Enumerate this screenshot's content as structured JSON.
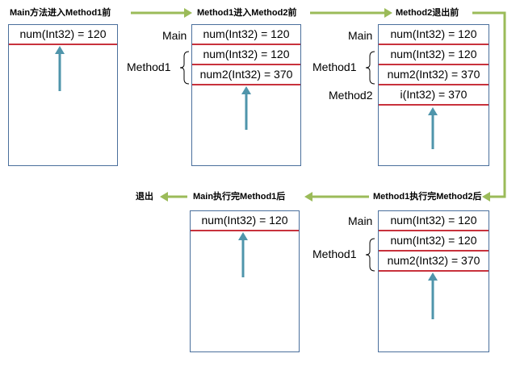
{
  "stages": [
    {
      "title": "Main方法进入Method1前"
    },
    {
      "title": "Method1进入Method2前"
    },
    {
      "title": "Method2退出前"
    },
    {
      "title": "Method1执行完Method2后"
    },
    {
      "title": "Main执行完Method1后"
    },
    {
      "title": "退出"
    }
  ],
  "stacks": {
    "s1": [
      "num(Int32)  = 120"
    ],
    "s2": [
      "num(Int32)  = 120",
      "num(Int32)  = 120",
      "num2(Int32)  = 370"
    ],
    "s3": [
      "num(Int32)  = 120",
      "num(Int32)  = 120",
      "num2(Int32)  = 370",
      "i(Int32)  = 370"
    ],
    "s4": [
      "num(Int32)  = 120",
      "num(Int32)  = 120",
      "num2(Int32)  = 370"
    ],
    "s5": [
      "num(Int32)  = 120"
    ]
  },
  "frame_labels": {
    "main": "Main",
    "method1": "Method1",
    "method2": "Method2"
  },
  "colors": {
    "stack_border": "#4a6f9c",
    "slot_divider": "#c8323c",
    "pointer_arrow": "#4f95ab",
    "flow_arrow": "#9bbb59"
  }
}
